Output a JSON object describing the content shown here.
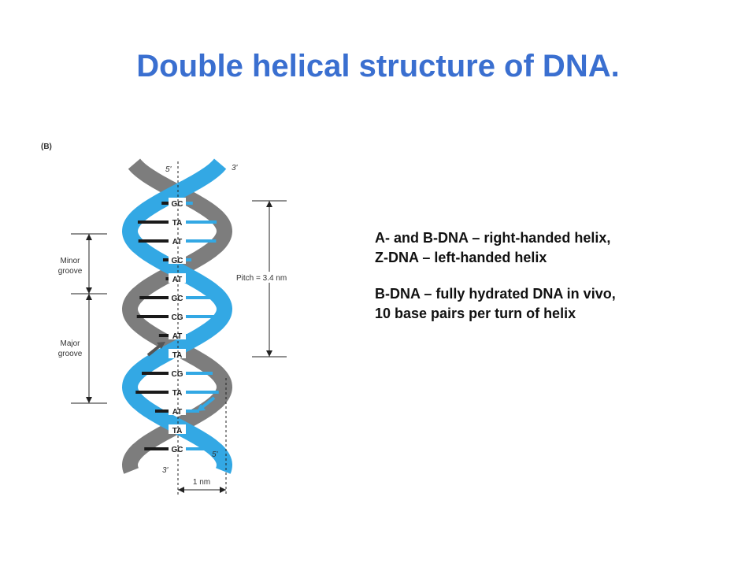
{
  "title": "Double helical structure of DNA.",
  "figure": {
    "panel_label": "(B)",
    "strand_ends": {
      "top_left": "5'",
      "top_right": "3'",
      "bottom_left": "3'",
      "bottom_right": "5'"
    },
    "base_pairs": [
      "GC",
      "TA",
      "AT",
      "GC",
      "AT",
      "GC",
      "CG",
      "AT",
      "TA",
      "CG",
      "TA",
      "AT",
      "TA",
      "GC"
    ],
    "minor_groove": [
      "Minor",
      "groove"
    ],
    "major_groove": [
      "Major",
      "groove"
    ],
    "pitch_label": "Pitch = 3.4 nm",
    "width_label": "1 nm",
    "colors": {
      "strand_blue": "#33a8e4",
      "strand_light": "#bfe3f7",
      "strand_gray": "#7d7d7d",
      "strand_gray_light": "#d2d2d2",
      "rung_black": "#1a1a1a",
      "rung_blue": "#33a8e4"
    }
  },
  "notes": {
    "block1": [
      "A- and B-DNA – right-handed helix,",
      "Z-DNA – left-handed helix"
    ],
    "block2": [
      "B-DNA – fully hydrated DNA in vivo,",
      "10 base pairs per turn of helix"
    ]
  },
  "colors": {
    "title": "#3a6fd0"
  }
}
